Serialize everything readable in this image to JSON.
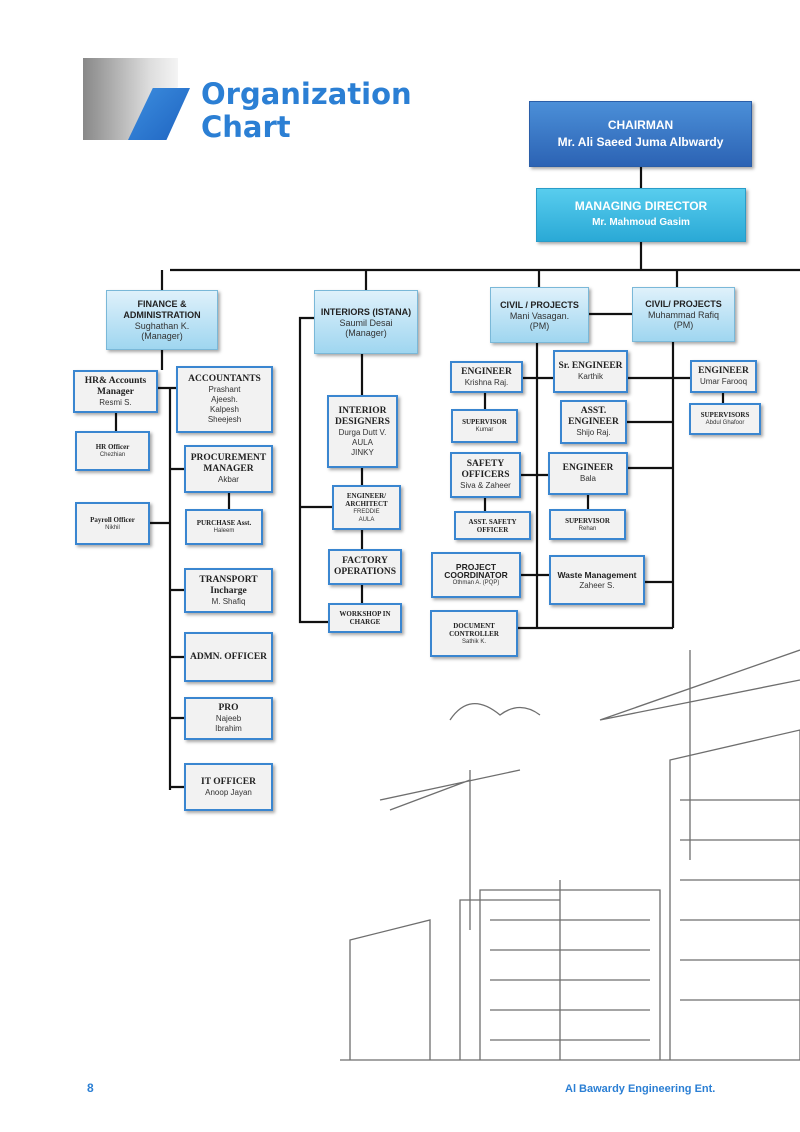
{
  "title": {
    "line1": "Organization",
    "line2": "Chart"
  },
  "footer": {
    "page_number": "8",
    "company": "Al Bawardy Engineering Ent."
  },
  "colors": {
    "accent": "#2b7fd4",
    "chairman": "#2c63b4",
    "director": "#2aa9d6",
    "department": "#9fd6f0"
  },
  "boxes": [
    {
      "id": "chairman",
      "title": "CHAIRMAN",
      "lines": [
        "Mr. Ali Saeed Juma Albwardy"
      ]
    },
    {
      "id": "md",
      "title": "MANAGING DIRECTOR",
      "lines": [
        "Mr. Mahmoud Gasim"
      ]
    },
    {
      "id": "finance",
      "title": "FINANCE & ADMINISTRATION",
      "lines": [
        "Sughathan K.",
        "(Manager)"
      ]
    },
    {
      "id": "interiors",
      "title": "INTERIORS (ISTANA)",
      "lines": [
        "Saumil Desai",
        "(Manager)"
      ]
    },
    {
      "id": "civil1",
      "title": "CIVIL / PROJECTS",
      "lines": [
        "Mani Vasagan.",
        "(PM)"
      ]
    },
    {
      "id": "civil2",
      "title": "CIVIL/ PROJECTS",
      "lines": [
        "Muhammad Rafiq",
        "(PM)"
      ]
    },
    {
      "id": "hr",
      "title": "HR& Accounts Manager",
      "lines": [
        "Resmi S."
      ]
    },
    {
      "id": "accountants",
      "title": "ACCOUNTANTS",
      "lines": [
        "Prashant",
        "Ajeesh.",
        "Kalpesh",
        "Sheejesh"
      ]
    },
    {
      "id": "hrofficer",
      "title": "HR Officer",
      "lines": [
        "Chezhian"
      ]
    },
    {
      "id": "procurement",
      "title": "PROCUREMENT MANAGER",
      "lines": [
        "Akbar"
      ]
    },
    {
      "id": "payroll",
      "title": "Payroll Officer",
      "lines": [
        "Nikhil"
      ]
    },
    {
      "id": "purchase",
      "title": "PURCHASE Asst.",
      "lines": [
        "Haleem"
      ]
    },
    {
      "id": "transport",
      "title": "TRANSPORT Incharge",
      "lines": [
        "M. Shafiq"
      ]
    },
    {
      "id": "admn",
      "title": "ADMN. OFFICER",
      "lines": []
    },
    {
      "id": "pro",
      "title": "PRO",
      "lines": [
        "Najeeb",
        "Ibrahim"
      ]
    },
    {
      "id": "it",
      "title": "IT OFFICER",
      "lines": [
        "Anoop Jayan"
      ]
    },
    {
      "id": "designers",
      "title": "INTERIOR DESIGNERS",
      "lines": [
        "Durga Dutt V.",
        "AULA",
        "JINKY"
      ]
    },
    {
      "id": "architect",
      "title": "ENGINEER/ ARCHITECT",
      "lines": [
        "FREDDIE",
        "AULA"
      ]
    },
    {
      "id": "factory",
      "title": "FACTORY OPERATIONS",
      "lines": []
    },
    {
      "id": "workshop",
      "title": "WORKSHOP IN CHARGE",
      "lines": []
    },
    {
      "id": "eng_krishna",
      "title": "ENGINEER",
      "lines": [
        "Krishna Raj."
      ]
    },
    {
      "id": "sr_eng",
      "title": "Sr. ENGINEER",
      "lines": [
        "Karthik"
      ]
    },
    {
      "id": "eng_umar",
      "title": "ENGINEER",
      "lines": [
        "Umar Farooq"
      ]
    },
    {
      "id": "sup_kumar",
      "title": "SUPERVISOR",
      "lines": [
        "Kumar"
      ]
    },
    {
      "id": "asst_eng",
      "title": "ASST. ENGINEER",
      "lines": [
        "Shijo Raj."
      ]
    },
    {
      "id": "sup_abdul",
      "title": "SUPERVISORS",
      "lines": [
        "Abdul Ghafoor"
      ]
    },
    {
      "id": "safety",
      "title": "SAFETY OFFICERS",
      "lines": [
        "Siva & Zaheer"
      ]
    },
    {
      "id": "eng_bala",
      "title": "ENGINEER",
      "lines": [
        "Bala"
      ]
    },
    {
      "id": "asst_safety",
      "title": "ASST. SAFETY OFFICER",
      "lines": []
    },
    {
      "id": "sup_rehan",
      "title": "SUPERVISOR",
      "lines": [
        "Rehan"
      ]
    },
    {
      "id": "coordinator",
      "title": "PROJECT COORDINATOR",
      "lines": [
        "Othman A. (PQP)"
      ]
    },
    {
      "id": "waste",
      "title": "Waste Management",
      "lines": [
        "Zaheer S."
      ]
    },
    {
      "id": "doc",
      "title": "DOCUMENT CONTROLLER",
      "lines": [
        "Sathik K."
      ]
    }
  ]
}
